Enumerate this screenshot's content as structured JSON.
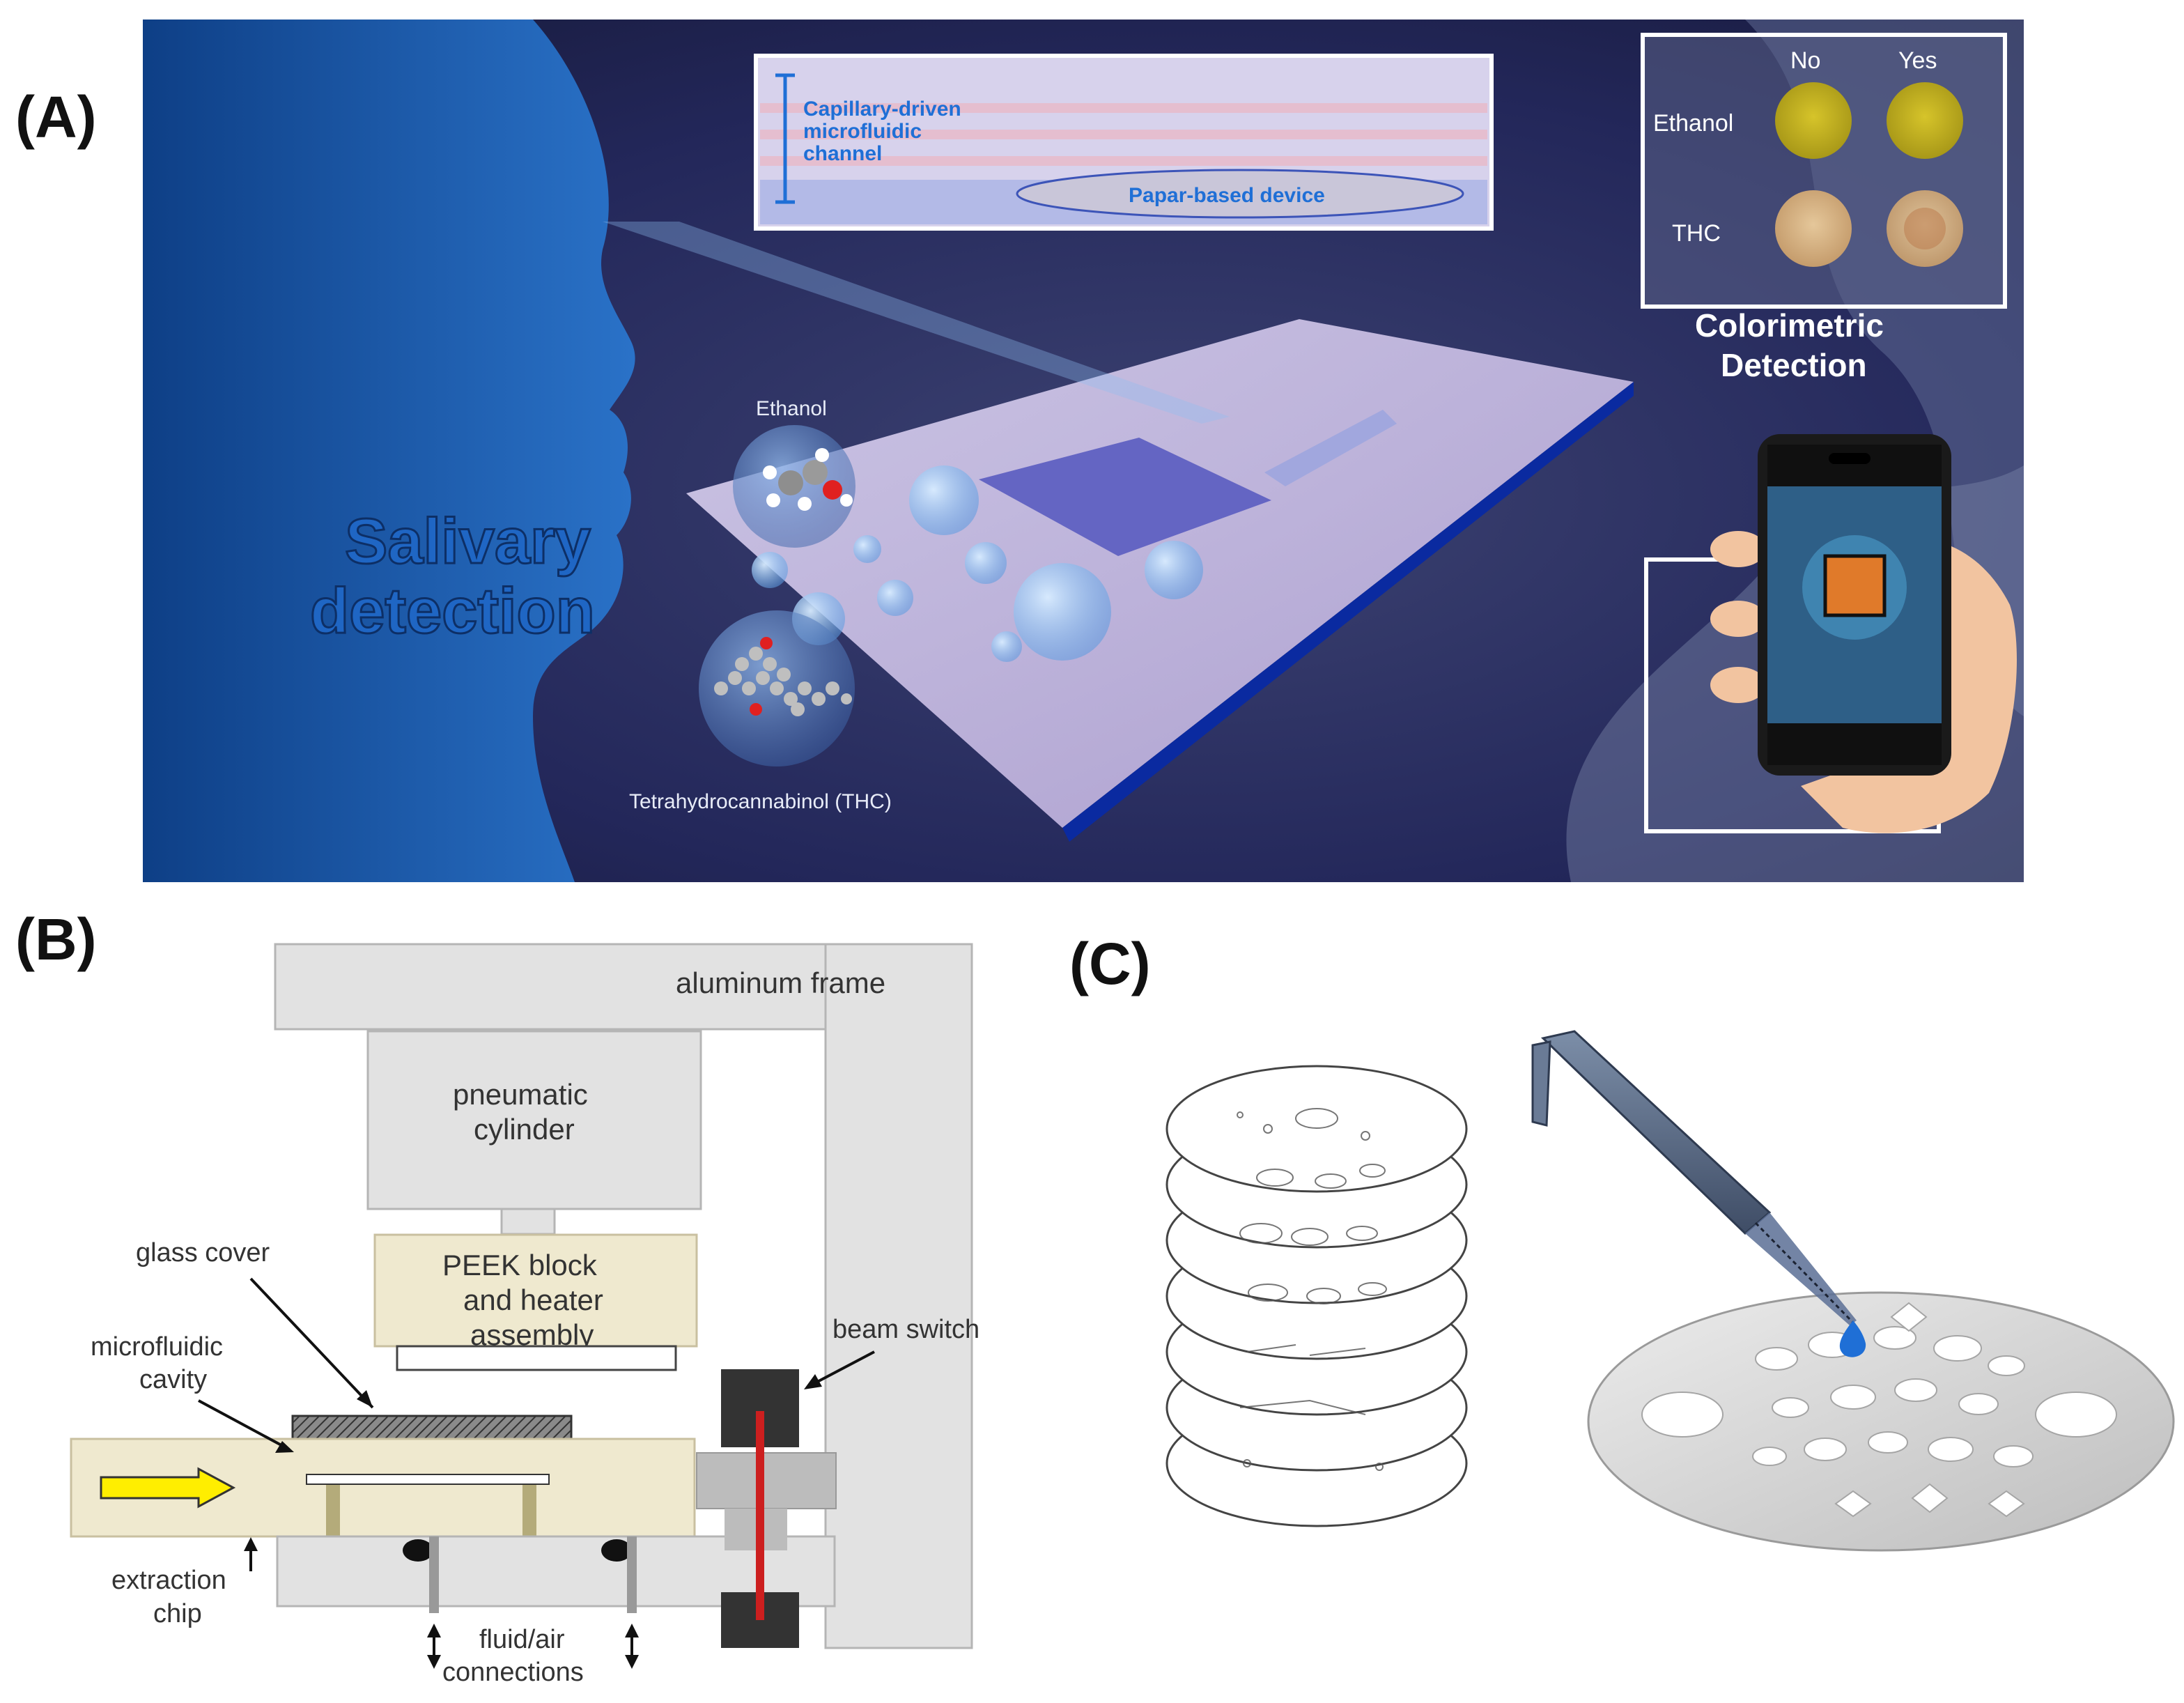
{
  "panels": {
    "a": {
      "label": "(A)",
      "inset_title": "Capillary-driven microfluidic channel",
      "inset_title_lines": [
        "Capillary-driven",
        "microfluidic",
        "channel"
      ],
      "inset_device": "Papar-based device",
      "ethanol": "Ethanol",
      "thc": "Tetrahydrocannabinol (THC)",
      "headline_lines": [
        "Salivary",
        "detection"
      ],
      "color_grid": {
        "col_no": "No",
        "col_yes": "Yes",
        "row_ethanol": "Ethanol",
        "row_thc": "THC"
      },
      "colorimetric_lines": [
        "Colorimetric",
        "Detection"
      ]
    },
    "b": {
      "label": "(B)",
      "aluminum_frame": "aluminum frame",
      "pneumatic_lines": [
        "pneumatic",
        "cylinder"
      ],
      "peek_lines": [
        "PEEK block",
        "and heater",
        "assembly"
      ],
      "glass_cover": "glass cover",
      "microfluidic_lines": [
        "microfluidic",
        "cavity"
      ],
      "beam_switch": "beam switch",
      "extraction_lines": [
        "extraction",
        "chip"
      ],
      "fluid_lines": [
        "fluid/air",
        "connections"
      ]
    },
    "c": {
      "label": "(C)"
    }
  },
  "colors": {
    "bg_dark": "#1c1f4a",
    "face_blue": "#1e5aa8",
    "text_blue": "#1f6fd6",
    "chip_tan": "#efe9cf",
    "frame_gray": "#e0e0e0",
    "beam_red": "#cc1f1f",
    "arrow_yellow": "#ffee00"
  }
}
